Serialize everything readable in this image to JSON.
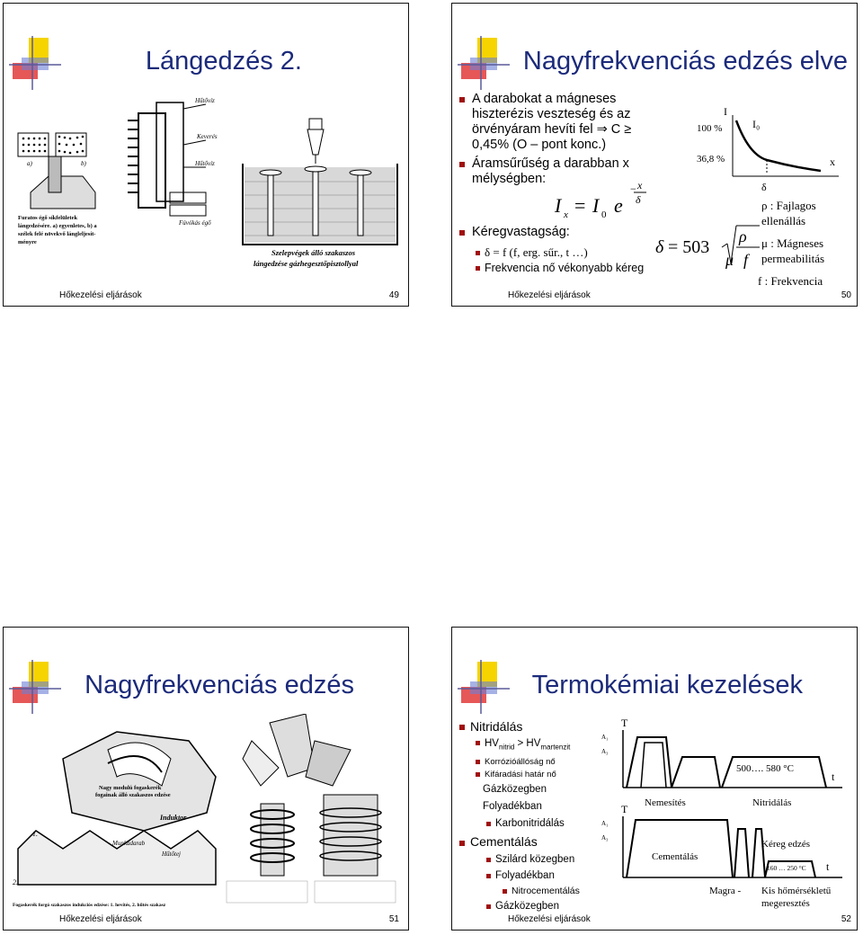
{
  "slides": {
    "s49": {
      "title": "Lángedzés 2.",
      "footer": "Hőkezelési eljárások",
      "page": "49",
      "figure": {
        "label_hutoviz": "Hűtővíz",
        "label_kevero": "Keverés",
        "label_hutoviz2": "Hűtővíz",
        "label_fuvokas": "Fúvókás égő",
        "label_a": "a)",
        "label_b": "b)",
        "caption_left": [
          "Furatos égő síkfelületek",
          "lángedzésére. a) egyenletes, b) a",
          "szélek felé növekvő lángleljesít-",
          "ményre"
        ],
        "caption_right": [
          "Szelepvégek álló szakaszos",
          "lángedzése gázhegesztőpisztollyal"
        ]
      }
    },
    "s50": {
      "title": "Nagyfrekvenciás edzés elve",
      "footer": "Hőkezelési eljárások",
      "page": "50",
      "bullets": [
        "A darabokat a mágneses hiszterézis veszteség és az örvényáram hevíti fel ⇒ C ≥ 0,45% (O – pont konc.)",
        "Áramsűrűség a darabban x mélységben:",
        "Kéregvastagság:"
      ],
      "b1_lines": [
        "A darabokat a mágneses",
        "hiszterézis veszteség és az",
        "örvényáram hevíti fel ⇒ C ≥",
        "0,45% (O – pont konc.)"
      ],
      "b2_lines": [
        "Áramsűrűség a darabban x",
        "mélységben:"
      ],
      "sub_bullets": [
        "δ = f (f, erg. sűr., t …)",
        "Frekvencia nő vékonyabb kéreg"
      ],
      "graph": {
        "y_label": "I",
        "y100": "100 %",
        "y368": "36,8 %",
        "i0": "I₀",
        "x_label": "x",
        "delta": "δ"
      },
      "formula_delta": "δ = 503",
      "legend": [
        "ρ : Fajlagos",
        "ellenállás",
        "μ : Mágneses",
        "permeabilitás",
        "f : Frekvencia"
      ]
    },
    "s51": {
      "title": "Nagyfrekvenciás edzés",
      "footer": "Hőkezelési eljárások",
      "page": "51",
      "figure": {
        "label_induktor": "Induktor",
        "label_munkadarab": "Munkadarab",
        "label_hutotej": "Hűtőtej",
        "caption_top": [
          "Nagy modulú fogaskerék",
          "fogainak álló szakaszos edzése"
        ],
        "caption_bottom": "Fogaskerék forgó szakaszos indukciós edzése: 1. hevítés, 2. hűtés szakasz",
        "label_2": "2.",
        "label_1": "1."
      }
    },
    "s52": {
      "title": "Termokémiai kezelések",
      "footer": "Hőkezelési eljárások",
      "page": "52",
      "items": [
        {
          "level": 0,
          "text": "Nitridálás"
        },
        {
          "level": 1,
          "text": "HV nitrid > HV martenzit"
        },
        {
          "level": 2,
          "text": "Korrózióállóság nő"
        },
        {
          "level": 2,
          "text": "Kifáradási határ nő"
        },
        {
          "level": 1,
          "text": "Gázközegben",
          "nobullet": true
        },
        {
          "level": 1,
          "text": "Folyadékban",
          "nobullet": true
        },
        {
          "level": 1,
          "text": "Karbonitridálás"
        },
        {
          "level": 0,
          "text": "Cementálás"
        },
        {
          "level": 1,
          "text": "Szilárd közegben"
        },
        {
          "level": 1,
          "text": "Folyadékban"
        },
        {
          "level": 2,
          "text": "Nitrocementálás"
        },
        {
          "level": 1,
          "text": "Gázközegben"
        }
      ],
      "hv": {
        "base": "HV",
        "sub1": "nitrid",
        "op": " > HV",
        "sub2": "martenzit"
      },
      "diagram": {
        "T1": "T",
        "T2": "T",
        "A1a": "A₁",
        "A3a": "A₃",
        "A1b": "A₁",
        "A3b": "A₃",
        "temp_range": "500…. 580 °C",
        "t1": "t",
        "t2": "t",
        "nemesites": "Nemesítés",
        "nitridalas": "Nitridálás",
        "cementalas": "Cementálás",
        "kereg_edzes": "Kéreg edzés",
        "range160": "160 … 250 °C",
        "magra": "Magra -",
        "kis_homers": "Kis hőmérsékletű",
        "megereszt": "megeresztés"
      }
    }
  },
  "colors": {
    "title": "#1b2a7a",
    "bullet": "#a01010",
    "deco_yellow": "#f5d400",
    "deco_red": "#e23a3a",
    "deco_blue": "#6b7fd6"
  }
}
